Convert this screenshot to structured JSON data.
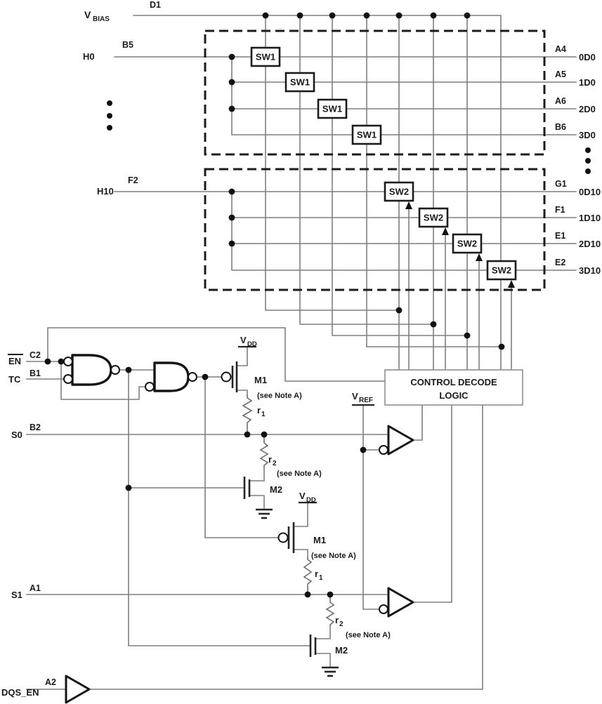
{
  "diagram": {
    "supplies": {
      "vbias": {
        "base": "V",
        "sub": "BIAS",
        "pin": "D1"
      },
      "vdd": {
        "base": "V",
        "sub": "DD"
      },
      "vref": {
        "base": "V",
        "sub": "REF"
      }
    },
    "inputs": {
      "h0": {
        "label": "H0",
        "pin": "B5"
      },
      "h10": {
        "label": "H10",
        "pin": "F2"
      },
      "en": {
        "label": "EN",
        "pin": "C2"
      },
      "tc": {
        "label": "TC",
        "pin": "B1"
      },
      "s0": {
        "label": "S0",
        "pin": "B2"
      },
      "s1": {
        "label": "S1",
        "pin": "A1"
      },
      "dqs_en": {
        "label": "DQS_EN",
        "pin": "A2"
      }
    },
    "outputs": {
      "bank1": [
        {
          "pin": "A4",
          "label": "0D0"
        },
        {
          "pin": "A5",
          "label": "1D0"
        },
        {
          "pin": "A6",
          "label": "2D0"
        },
        {
          "pin": "B6",
          "label": "3D0"
        }
      ],
      "bank2": [
        {
          "pin": "G1",
          "label": "0D10"
        },
        {
          "pin": "F1",
          "label": "1D10"
        },
        {
          "pin": "E1",
          "label": "2D10"
        },
        {
          "pin": "E2",
          "label": "3D10"
        }
      ]
    },
    "switches": {
      "sw1": "SW1",
      "sw2": "SW2"
    },
    "control_logic": {
      "line1": "CONTROL DECODE",
      "line2": "LOGIC"
    },
    "components": {
      "m1": "M1",
      "m2": "M2",
      "r1": {
        "base": "r",
        "sub": "1"
      },
      "r2": {
        "base": "r",
        "sub": "2"
      },
      "note": "(see Note A)"
    }
  }
}
